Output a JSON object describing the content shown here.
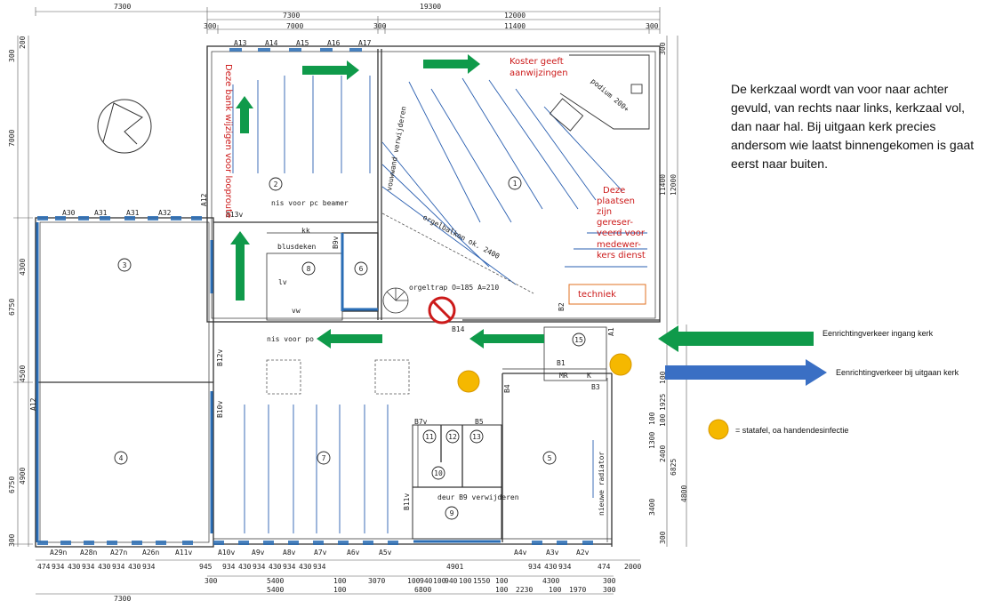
{
  "top_dimensions": {
    "row1": [
      "7300",
      "19300"
    ],
    "row2": [
      "7300",
      "12000"
    ],
    "row3": [
      "300",
      "7000",
      "300",
      "11400",
      "300"
    ]
  },
  "bottom_dimensions": {
    "row1": [
      "474",
      "934",
      "430",
      "934",
      "430",
      "934",
      "430",
      "934",
      "945",
      "934",
      "430",
      "934",
      "430",
      "934",
      "430",
      "934",
      "4901",
      "934",
      "430",
      "934",
      "474",
      "2000"
    ],
    "row2": [
      "300",
      "5400",
      "100",
      "3070",
      "100",
      "940",
      "100",
      "940",
      "100",
      "1550",
      "100",
      "4300",
      "300"
    ],
    "row3": [
      "7300",
      "5400",
      "100",
      "6800",
      "100",
      "2230",
      "100",
      "1970",
      "300"
    ]
  },
  "left_dimensions": [
    "300",
    "200",
    "7000",
    "4300",
    "6750",
    "4500",
    "4900",
    "6750",
    "300"
  ],
  "right_dimensions": [
    "300",
    "11400",
    "12000",
    "100",
    "1925",
    "100",
    "2400",
    "1300",
    "100",
    "3400",
    "6825",
    "4800",
    "300"
  ],
  "window_labels": {
    "top": [
      "A13",
      "A14",
      "A15",
      "A16",
      "A17"
    ],
    "left_top": [
      "A30",
      "A31",
      "A31",
      "A32"
    ],
    "bottom": [
      "A29n",
      "A28n",
      "A27n",
      "A26n",
      "A11v",
      "A10v",
      "A9v",
      "A8v",
      "A7v",
      "A6v",
      "A5v",
      "A4v",
      "A3v",
      "A2v"
    ],
    "misc": [
      "A12",
      "A12",
      "A1",
      "B13v",
      "B12v",
      "B10v",
      "B9v",
      "B2",
      "B1",
      "B3",
      "B4",
      "B5",
      "B7v",
      "B11v",
      "B14"
    ]
  },
  "rooms": [
    "1",
    "2",
    "3",
    "4",
    "5",
    "6",
    "7",
    "8",
    "9",
    "10",
    "11",
    "12",
    "13",
    "15"
  ],
  "plan_labels": {
    "nis_beamer": "nis voor pc beamer",
    "blusdeken": "blusdeken",
    "kk": "kk",
    "lv": "lv",
    "vw": "vw",
    "orgeltrap": "orgeltrap O=185 A=210",
    "orgelbalkon": "orgelbalkon ok. 2400",
    "vouwwand": "vouwwand verwijderen",
    "nis_voor_po": "nis voor po",
    "deur": "deur B9 verwijderen",
    "podium": "podium 200+",
    "mr": "MR",
    "k": "K",
    "radiator": "nieuwe radiator",
    "vertical_red": "Deze bank wijzigen voor looproute"
  },
  "red_annotations": {
    "koster": [
      "Koster geeft",
      "aanwijzingen"
    ],
    "reserved": [
      "Deze",
      "plaatsen",
      "zijn",
      "gereser-",
      "veerd voor",
      "medewer-",
      "kers dienst"
    ],
    "techniek": "techniek"
  },
  "main_note": "De kerkzaal wordt van voor naar achter gevuld, van rechts naar links, kerkzaal vol, dan naar hal. Bij uitgaan kerk precies andersom wie laatst binnengekomen is gaat eerst naar buiten.",
  "legend": {
    "entrance": "Eenrichtingverkeer ingang kerk",
    "exit": "Eenrichtingverkeer bij uitgaan kerk",
    "statafel": "= statafel, oa handendesinfectie"
  },
  "colors": {
    "green_arrow": "#0f9a4a",
    "blue_arrow": "#3a6fc4",
    "yellow_dot": "#f5b800",
    "red_text": "#cc1a1a",
    "wall_blue": "#2a6db5"
  }
}
